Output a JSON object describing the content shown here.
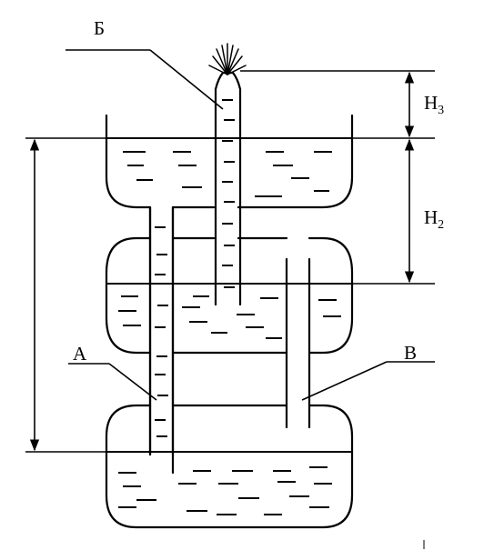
{
  "labels": {
    "b": "Б",
    "a": "А",
    "v": "В",
    "h3_main": "H",
    "h3_sub": "3",
    "h2_main": "H",
    "h2_sub": "2"
  },
  "colors": {
    "background": "#ffffff",
    "ink": "#000000"
  }
}
